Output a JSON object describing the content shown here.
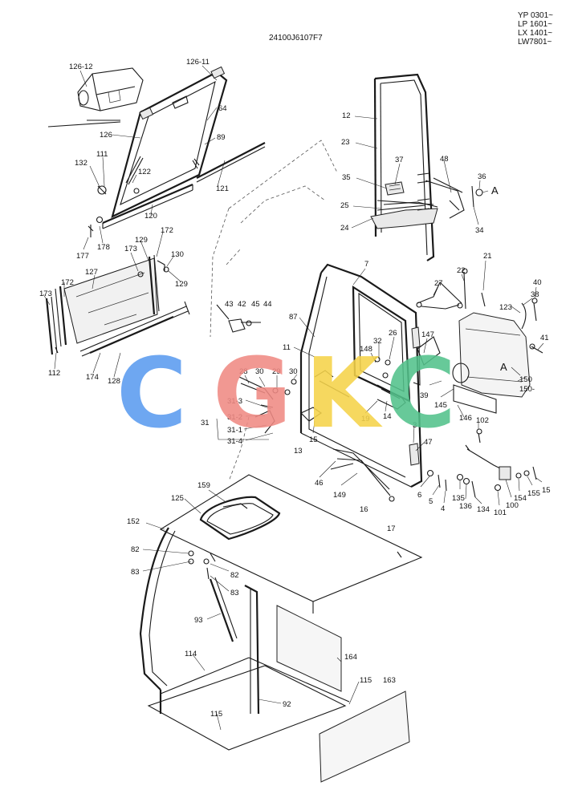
{
  "drawing_code": "24100J6107F7",
  "serials": [
    "YP 0301~",
    "LP 1601~",
    "LX 1401~",
    "LW7801~"
  ],
  "watermark": {
    "letters": [
      "C",
      "G",
      "K",
      "C"
    ],
    "colors": [
      "#5b9cf0",
      "#f08a84",
      "#f5d34a",
      "#53c28b"
    ]
  },
  "labels": {
    "p126_12": "126-12",
    "p126_11": "126-11",
    "p64": "64",
    "p126": "126",
    "p89": "89",
    "p111": "111",
    "p132": "132",
    "p122": "122",
    "p121": "121",
    "p120": "120",
    "p177": "177",
    "p178": "178",
    "p129a": "129",
    "p172a": "172",
    "p173a": "173",
    "p130": "130",
    "p127": "127",
    "p172b": "172",
    "p129b": "129",
    "p173b": "173",
    "p112": "112",
    "p174": "174",
    "p128": "128",
    "p12": "12",
    "p23": "23",
    "p37": "37",
    "p48": "48",
    "p35": "35",
    "p36": "36",
    "pA1": "A",
    "p25": "25",
    "p24": "24",
    "p34": "34",
    "p7": "7",
    "p22": "22",
    "p21": "21",
    "p27": "27",
    "p38": "38",
    "p40": "40",
    "p123": "123",
    "p87": "87",
    "p43": "43",
    "p42": "42",
    "p45": "45",
    "p44": "44",
    "p41": "41",
    "p26": "26",
    "p147": "147",
    "p32": "32",
    "p148": "148",
    "p11": "11",
    "pA2": "A",
    "p150a": "150",
    "p150b": "150-",
    "p28": "28",
    "p30a": "30",
    "p29": "29",
    "p30b": "30",
    "p39": "39",
    "p145": "145",
    "p31_3": "31-3",
    "p31": "31",
    "p31_2": "31-2",
    "p31_1": "31-1",
    "p31_4": "31-4",
    "p19": "19",
    "p14": "14",
    "p146": "146",
    "p102": "102",
    "p3": "3",
    "p15a": "15",
    "p13": "13",
    "p47": "47",
    "p46": "46",
    "p149": "149",
    "p6": "6",
    "p5": "5",
    "p4": "4",
    "p135": "135",
    "p136": "136",
    "p134": "134",
    "p101": "101",
    "p100": "100",
    "p154": "154",
    "p155": "155",
    "p15b": "15",
    "p16": "16",
    "p17": "17",
    "p159": "159",
    "p125": "125",
    "p152": "152",
    "p82a": "82",
    "p83a": "83",
    "p82b": "82",
    "p83b": "83",
    "p93": "93",
    "p114": "114",
    "p164": "164",
    "p115a": "115",
    "p163": "163",
    "p92": "92",
    "p115b": "115"
  }
}
